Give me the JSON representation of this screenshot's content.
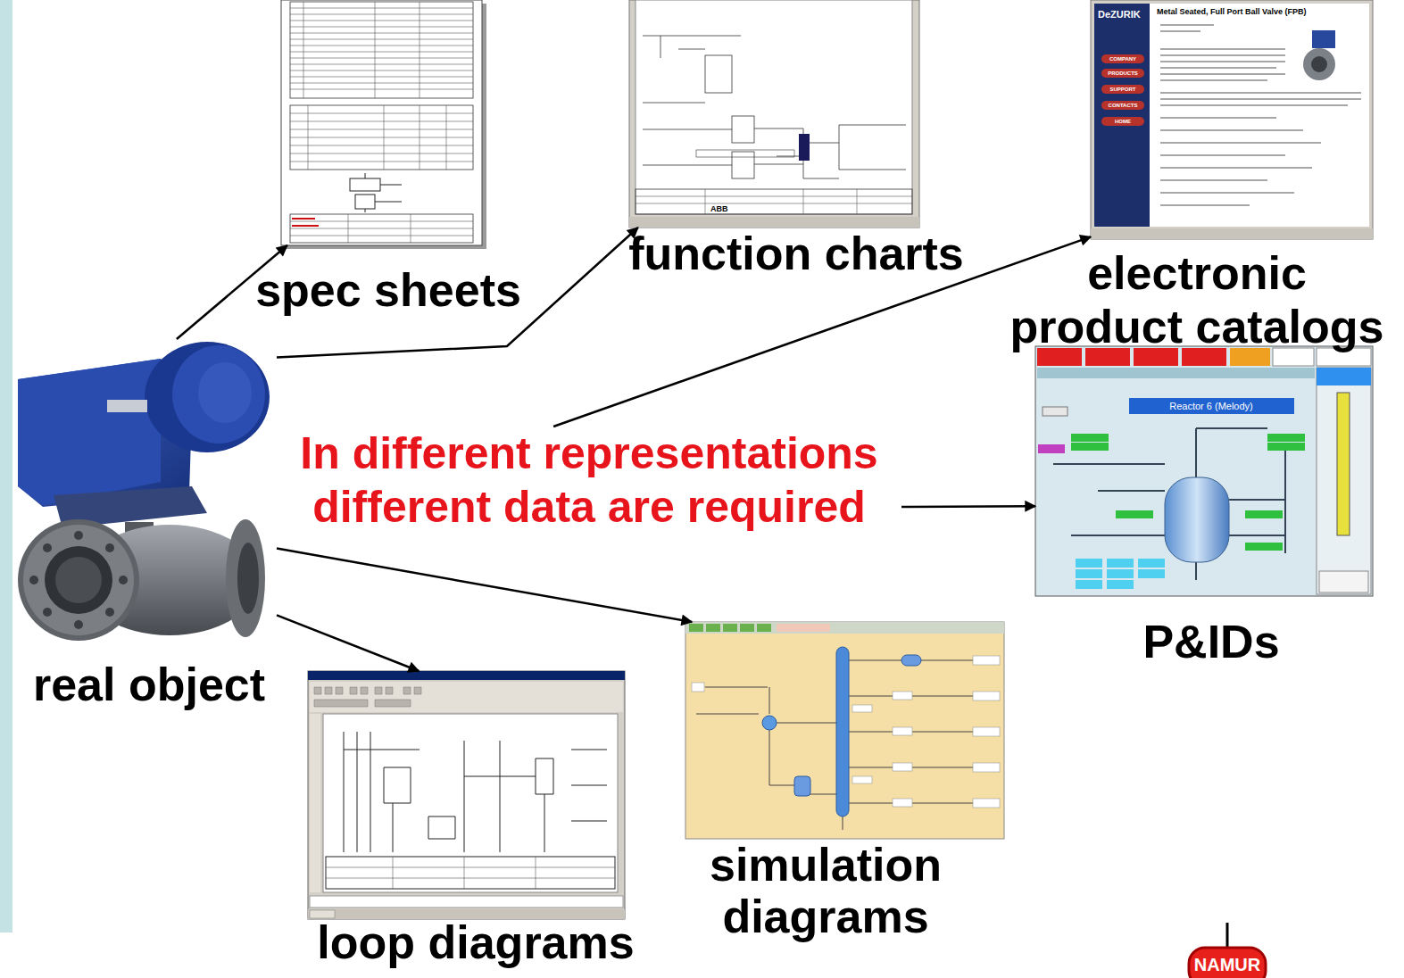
{
  "diagram": {
    "nodes": [
      {
        "text": [
          "real object"
        ]
      },
      {
        "text": [
          "spec sheets"
        ]
      },
      {
        "text": [
          "function charts"
        ]
      },
      {
        "text": [
          "electronic product catalogs"
        ]
      },
      {
        "text": [
          "In different representations different data are required"
        ]
      },
      {
        "text": [
          "P&IDs"
        ]
      },
      {
        "text": [
          "simulation diagrams"
        ]
      },
      {
        "text": [
          "loop diagrams"
        ]
      }
    ],
    "edges": [
      {
        "from": 0,
        "to": 1,
        "arrow": "to"
      },
      {
        "from": 0,
        "to": 2,
        "arrow": "to"
      },
      {
        "from": 4,
        "to": 3,
        "arrow": "to"
      },
      {
        "from": 4,
        "to": 5,
        "arrow": "to"
      },
      {
        "from": 0,
        "to": 6,
        "arrow": "to"
      },
      {
        "from": 0,
        "to": 7,
        "arrow": "to"
      }
    ],
    "labels": [
      "NAMUR",
      "DeZURIK",
      "COMPANY",
      "PRODUCTS",
      "SUPPORT",
      "CONTACTS",
      "HOME",
      "Metal Seated, Full Port Ball Valve (FPB)",
      "Reactor 6 (Melody)",
      "ABB"
    ]
  }
}
